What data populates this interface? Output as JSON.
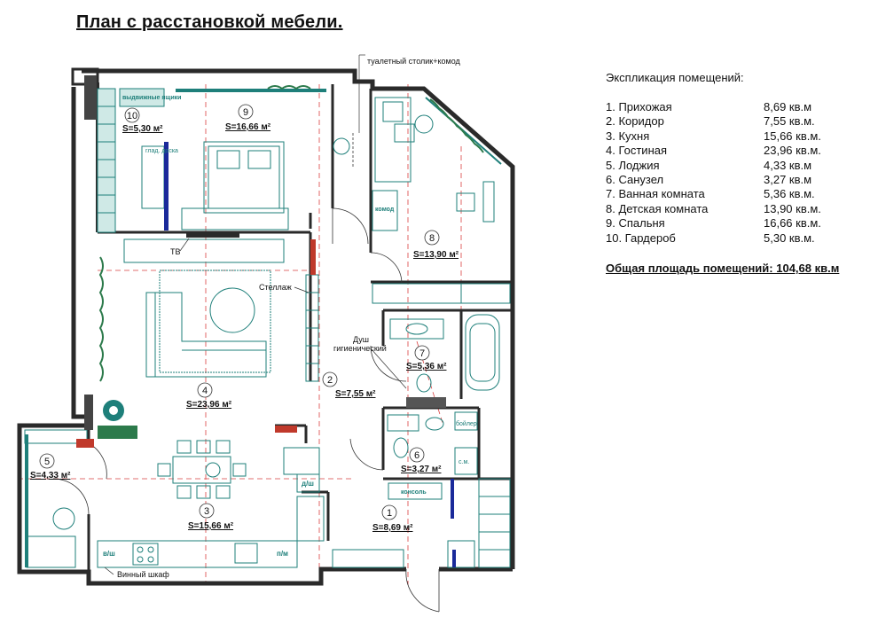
{
  "title": "План с расстановкой мебели.",
  "legend": {
    "title": "Экспликация помещений:",
    "rows": [
      {
        "name": "1. Прихожая",
        "area": "8,69 кв.м"
      },
      {
        "name": "2. Коридор",
        "area": "7,55 кв.м."
      },
      {
        "name": "3. Кухня",
        "area": "15,66 кв.м."
      },
      {
        "name": "4. Гостиная",
        "area": "23,96 кв.м."
      },
      {
        "name": "5. Лоджия",
        "area": "4,33 кв.м"
      },
      {
        "name": "6. Санузел",
        "area": "3,27 кв.м"
      },
      {
        "name": "7. Ванная комната",
        "area": "5,36 кв.м."
      },
      {
        "name": "8. Детская комната",
        "area": "13,90 кв.м."
      },
      {
        "name": "9. Спальня",
        "area": "16,66 кв.м."
      },
      {
        "name": "10. Гардероб",
        "area": "5,30 кв.м."
      }
    ],
    "total": "Общая площадь помещений: 104,68 кв.м"
  },
  "rooms": [
    {
      "num": "1",
      "area": "S=8,69 м²"
    },
    {
      "num": "2",
      "area": "S=7,55 м²"
    },
    {
      "num": "3",
      "area": "S=15,66 м²"
    },
    {
      "num": "4",
      "area": "S=23,96 м²"
    },
    {
      "num": "5",
      "area": "S=4,33 м²"
    },
    {
      "num": "6",
      "area": "S=3,27 м²"
    },
    {
      "num": "7",
      "area": "S=5,36 м²"
    },
    {
      "num": "8",
      "area": "S=13,90 м²"
    },
    {
      "num": "9",
      "area": "S=16,66 м²"
    },
    {
      "num": "10",
      "area": "S=5,30 м²"
    }
  ],
  "labels": {
    "vanity": "туалетный столик+комод",
    "drawers": "выдвижные ящики",
    "ironing": "глад. доска",
    "tv": "ТВ",
    "shelving": "Стеллаж",
    "shower1": "Душ",
    "shower2": "гигиенический",
    "dresser": "комод",
    "boiler": "бойлер",
    "washer": "с.м.",
    "console": "консоль",
    "dishwasher": "д/ш",
    "fridge": "в/ш",
    "dishwasher2": "п/м",
    "wine": "Винный шкаф"
  },
  "colors": {
    "wall": "#2a2a2a",
    "furniture": "#1e7f7a",
    "axis": "#d94040",
    "plant": "#2c7a4b",
    "brick": "#c0392b",
    "blue": "#1a2a9a"
  }
}
